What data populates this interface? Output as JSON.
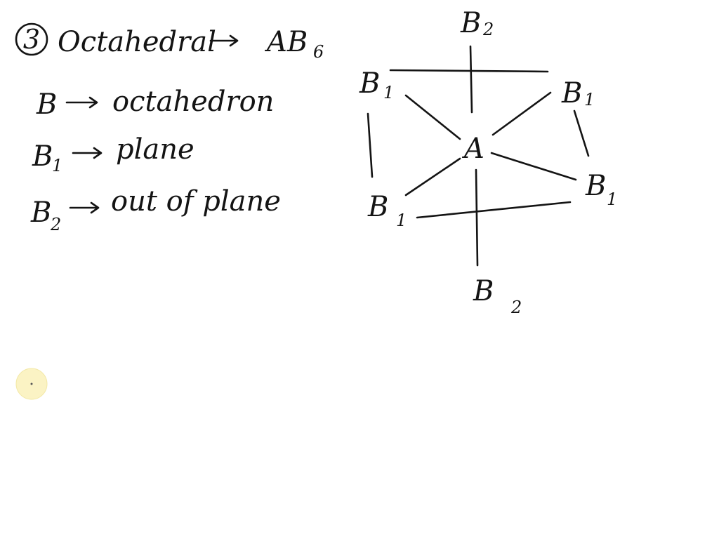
{
  "notes": {
    "item_number": "3",
    "heading_left": "Octahedral",
    "heading_right": "AB",
    "heading_right_sub": "6",
    "line1_left": "B",
    "line1_right": "octahedron",
    "line2_left": "B",
    "line2_left_sub": "1",
    "line2_right": "plane",
    "line3_left": "B",
    "line3_left_sub": "2",
    "line3_right": "out of plane",
    "arrow_icon": "right-arrow"
  },
  "diagram": {
    "center": "A",
    "top_label": "B",
    "top_sub": "2",
    "bottom_label": "B",
    "bottom_sub": "2",
    "upper_left_label": "B",
    "upper_left_sub": "1",
    "upper_right_label": "B",
    "upper_right_sub": "1",
    "lower_left_label": "B",
    "lower_left_sub": "1",
    "lower_right_label": "B",
    "lower_right_sub": "1"
  },
  "pointer": {
    "icon": "cursor-highlight-icon",
    "color": "#fbf3c4"
  }
}
